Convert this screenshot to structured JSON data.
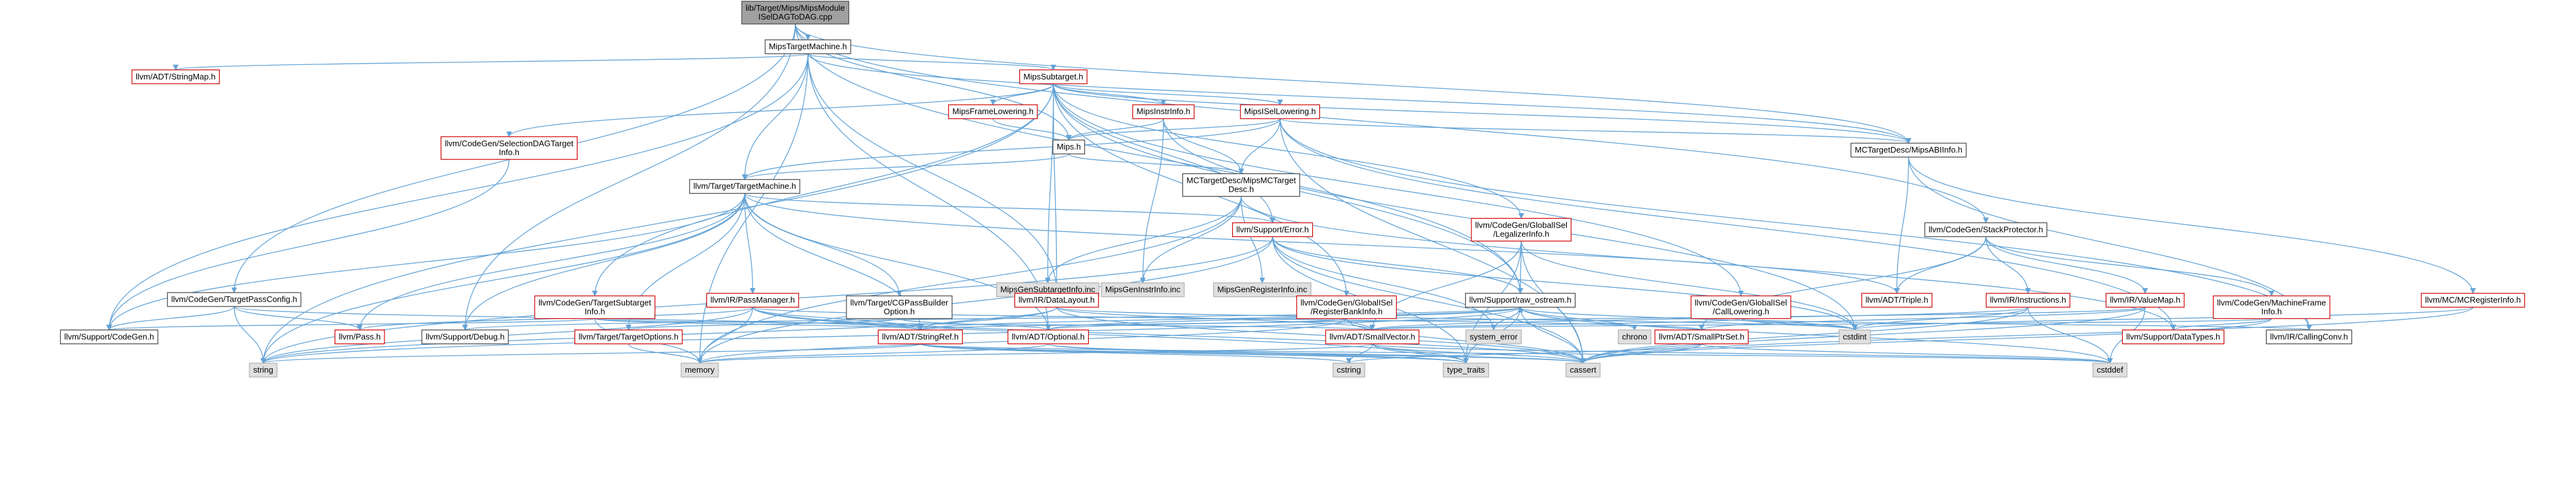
{
  "diagram": {
    "colors": {
      "root_fill": "#a0a0a0",
      "node_fill": "#ffffff",
      "missing_fill": "#e0e0e0",
      "border_black": "#444444",
      "border_red": "#cc0000",
      "border_gray": "#b0b0b0",
      "edge": "#63a3d6"
    },
    "nodes": [
      {
        "id": "root",
        "lines": [
          "lib/Target/Mips/MipsModule",
          "ISelDAGToDAG.cpp"
        ],
        "style": "root"
      },
      {
        "id": "mtm",
        "lines": [
          "MipsTargetMachine.h"
        ],
        "style": "black"
      },
      {
        "id": "strmap",
        "lines": [
          "llvm/ADT/StringMap.h"
        ],
        "style": "red"
      },
      {
        "id": "subtarget",
        "lines": [
          "MipsSubtarget.h"
        ],
        "style": "red"
      },
      {
        "id": "seldag",
        "lines": [
          "llvm/CodeGen/SelectionDAGTarget",
          "Info.h"
        ],
        "style": "red"
      },
      {
        "id": "framelow",
        "lines": [
          "MipsFrameLowering.h"
        ],
        "style": "red"
      },
      {
        "id": "instrinfo",
        "lines": [
          "MipsInstrInfo.h"
        ],
        "style": "red"
      },
      {
        "id": "isellow",
        "lines": [
          "MipsISelLowering.h"
        ],
        "style": "red"
      },
      {
        "id": "mips",
        "lines": [
          "Mips.h"
        ],
        "style": "black"
      },
      {
        "id": "abiinfo",
        "lines": [
          "MCTargetDesc/MipsABIInfo.h"
        ],
        "style": "black"
      },
      {
        "id": "mcdesc",
        "lines": [
          "MCTargetDesc/MipsMCTarget",
          "Desc.h"
        ],
        "style": "black"
      },
      {
        "id": "ttm",
        "lines": [
          "llvm/Target/TargetMachine.h"
        ],
        "style": "black"
      },
      {
        "id": "stackprot",
        "lines": [
          "llvm/CodeGen/StackProtector.h"
        ],
        "style": "black"
      },
      {
        "id": "subinc",
        "lines": [
          "MipsGenSubtargetInfo.inc"
        ],
        "style": "gray"
      },
      {
        "id": "instrinc",
        "lines": [
          "MipsGenInstrInfo.inc"
        ],
        "style": "gray"
      },
      {
        "id": "reginc",
        "lines": [
          "MipsGenRegisterInfo.inc"
        ],
        "style": "gray"
      },
      {
        "id": "error",
        "lines": [
          "llvm/Support/Error.h"
        ],
        "style": "red"
      },
      {
        "id": "legalizer",
        "lines": [
          "llvm/CodeGen/GlobalISel",
          "/LegalizerInfo.h"
        ],
        "style": "red"
      },
      {
        "id": "passconfig",
        "lines": [
          "llvm/CodeGen/TargetPassConfig.h"
        ],
        "style": "black"
      },
      {
        "id": "tsubinfo",
        "lines": [
          "llvm/CodeGen/TargetSubtarget",
          "Info.h"
        ],
        "style": "red"
      },
      {
        "id": "passmgr",
        "lines": [
          "llvm/IR/PassManager.h"
        ],
        "style": "red"
      },
      {
        "id": "cgpbo",
        "lines": [
          "llvm/Target/CGPassBuilder",
          "Option.h"
        ],
        "style": "black"
      },
      {
        "id": "datalayout",
        "lines": [
          "llvm/IR/DataLayout.h"
        ],
        "style": "red"
      },
      {
        "id": "regbank",
        "lines": [
          "llvm/CodeGen/GlobalISel",
          "/RegisterBankInfo.h"
        ],
        "style": "red"
      },
      {
        "id": "rawos",
        "lines": [
          "llvm/Support/raw_ostream.h"
        ],
        "style": "black"
      },
      {
        "id": "calllow",
        "lines": [
          "llvm/CodeGen/GlobalISel",
          "/CallLowering.h"
        ],
        "style": "red"
      },
      {
        "id": "triple",
        "lines": [
          "llvm/ADT/Triple.h"
        ],
        "style": "red"
      },
      {
        "id": "instructions",
        "lines": [
          "llvm/IR/Instructions.h"
        ],
        "style": "red"
      },
      {
        "id": "valuemap",
        "lines": [
          "llvm/IR/ValueMap.h"
        ],
        "style": "red"
      },
      {
        "id": "mfi",
        "lines": [
          "llvm/CodeGen/MachineFrame",
          "Info.h"
        ],
        "style": "red"
      },
      {
        "id": "mcreg",
        "lines": [
          "llvm/MC/MCRegisterInfo.h"
        ],
        "style": "red"
      },
      {
        "id": "cgen",
        "lines": [
          "llvm/Support/CodeGen.h"
        ],
        "style": "black"
      },
      {
        "id": "pass",
        "lines": [
          "llvm/Pass.h"
        ],
        "style": "red"
      },
      {
        "id": "debug",
        "lines": [
          "llvm/Support/Debug.h"
        ],
        "style": "black"
      },
      {
        "id": "topts",
        "lines": [
          "llvm/Target/TargetOptions.h"
        ],
        "style": "red"
      },
      {
        "id": "strref",
        "lines": [
          "llvm/ADT/StringRef.h"
        ],
        "style": "red"
      },
      {
        "id": "optional",
        "lines": [
          "llvm/ADT/Optional.h"
        ],
        "style": "red"
      },
      {
        "id": "smallvec",
        "lines": [
          "llvm/ADT/SmallVector.h"
        ],
        "style": "red"
      },
      {
        "id": "syserr",
        "lines": [
          "system_error"
        ],
        "style": "gray"
      },
      {
        "id": "chrono",
        "lines": [
          "chrono"
        ],
        "style": "gray"
      },
      {
        "id": "smallptr",
        "lines": [
          "llvm/ADT/SmallPtrSet.h"
        ],
        "style": "red"
      },
      {
        "id": "cstdint",
        "lines": [
          "cstdint"
        ],
        "style": "gray"
      },
      {
        "id": "datatypes",
        "lines": [
          "llvm/Support/DataTypes.h"
        ],
        "style": "red"
      },
      {
        "id": "callconv",
        "lines": [
          "llvm/IR/CallingConv.h"
        ],
        "style": "black"
      },
      {
        "id": "string",
        "lines": [
          "string"
        ],
        "style": "gray"
      },
      {
        "id": "memory",
        "lines": [
          "memory"
        ],
        "style": "gray"
      },
      {
        "id": "cstring",
        "lines": [
          "cstring"
        ],
        "style": "gray"
      },
      {
        "id": "typetraits",
        "lines": [
          "type_traits"
        ],
        "style": "gray"
      },
      {
        "id": "cassert",
        "lines": [
          "cassert"
        ],
        "style": "gray"
      },
      {
        "id": "cstddef",
        "lines": [
          "cstddef"
        ],
        "style": "gray"
      }
    ],
    "edges": [
      [
        "root",
        "mtm"
      ],
      [
        "root",
        "mips"
      ],
      [
        "root",
        "abiinfo"
      ],
      [
        "root",
        "stackprot"
      ],
      [
        "root",
        "passconfig"
      ],
      [
        "root",
        "rawos"
      ],
      [
        "root",
        "debug"
      ],
      [
        "mtm",
        "strmap"
      ],
      [
        "mtm",
        "subtarget"
      ],
      [
        "mtm",
        "abiinfo"
      ],
      [
        "mtm",
        "ttm"
      ],
      [
        "mtm",
        "cgen"
      ],
      [
        "mtm",
        "memory"
      ],
      [
        "mtm",
        "datalayout"
      ],
      [
        "mtm",
        "optional"
      ],
      [
        "subtarget",
        "seldag"
      ],
      [
        "subtarget",
        "framelow"
      ],
      [
        "subtarget",
        "instrinfo"
      ],
      [
        "subtarget",
        "isellow"
      ],
      [
        "subtarget",
        "abiinfo"
      ],
      [
        "subtarget",
        "subinc"
      ],
      [
        "subtarget",
        "error"
      ],
      [
        "subtarget",
        "legalizer"
      ],
      [
        "subtarget",
        "tsubinfo"
      ],
      [
        "subtarget",
        "datalayout"
      ],
      [
        "subtarget",
        "regbank"
      ],
      [
        "subtarget",
        "calllow"
      ],
      [
        "subtarget",
        "string"
      ],
      [
        "subtarget",
        "rawos"
      ],
      [
        "seldag",
        "cgen"
      ],
      [
        "framelow",
        "mips"
      ],
      [
        "instrinfo",
        "mips"
      ],
      [
        "instrinfo",
        "mcdesc"
      ],
      [
        "instrinfo",
        "instrinc"
      ],
      [
        "instrinfo",
        "cstdint"
      ],
      [
        "isellow",
        "mips"
      ],
      [
        "isellow",
        "mcdesc"
      ],
      [
        "isellow",
        "abiinfo"
      ],
      [
        "isellow",
        "ttm"
      ],
      [
        "isellow",
        "callconv"
      ],
      [
        "isellow",
        "cassert"
      ],
      [
        "isellow",
        "datatypes"
      ],
      [
        "mips",
        "mcdesc"
      ],
      [
        "mips",
        "ttm"
      ],
      [
        "abiinfo",
        "triple"
      ],
      [
        "abiinfo",
        "mcreg"
      ],
      [
        "abiinfo",
        "callconv"
      ],
      [
        "mcdesc",
        "subinc"
      ],
      [
        "mcdesc",
        "instrinc"
      ],
      [
        "mcdesc",
        "reginc"
      ],
      [
        "mcdesc",
        "memory"
      ],
      [
        "mcdesc",
        "datatypes"
      ],
      [
        "ttm",
        "passmgr"
      ],
      [
        "ttm",
        "cgpbo"
      ],
      [
        "ttm",
        "error"
      ],
      [
        "ttm",
        "triple"
      ],
      [
        "ttm",
        "pass"
      ],
      [
        "ttm",
        "debug"
      ],
      [
        "ttm",
        "topts"
      ],
      [
        "ttm",
        "strref"
      ],
      [
        "ttm",
        "optional"
      ],
      [
        "ttm",
        "cgen"
      ],
      [
        "ttm",
        "string"
      ],
      [
        "stackprot",
        "triple"
      ],
      [
        "stackprot",
        "instructions"
      ],
      [
        "stackprot",
        "valuemap"
      ],
      [
        "stackprot",
        "mfi"
      ],
      [
        "stackprot",
        "smallptr"
      ],
      [
        "error",
        "rawos"
      ],
      [
        "error",
        "cassert"
      ],
      [
        "error",
        "memory"
      ],
      [
        "error",
        "string"
      ],
      [
        "error",
        "cstdint"
      ],
      [
        "error",
        "typetraits"
      ],
      [
        "error",
        "syserr"
      ],
      [
        "legalizer",
        "rawos"
      ],
      [
        "legalizer",
        "smallvec"
      ],
      [
        "legalizer",
        "cassert"
      ],
      [
        "legalizer",
        "cstdint"
      ],
      [
        "legalizer",
        "typetraits"
      ],
      [
        "passconfig",
        "pass"
      ],
      [
        "passconfig",
        "cgen"
      ],
      [
        "passconfig",
        "string"
      ],
      [
        "passconfig",
        "strref"
      ],
      [
        "tsubinfo",
        "cgen"
      ],
      [
        "tsubinfo",
        "memory"
      ],
      [
        "tsubinfo",
        "smallvec"
      ],
      [
        "tsubinfo",
        "strref"
      ],
      [
        "passmgr",
        "pass"
      ],
      [
        "passmgr",
        "typetraits"
      ],
      [
        "passmgr",
        "string"
      ],
      [
        "passmgr",
        "memory"
      ],
      [
        "passmgr",
        "cassert"
      ],
      [
        "passmgr",
        "smallptr"
      ],
      [
        "passmgr",
        "strref"
      ],
      [
        "cgpbo",
        "optional"
      ],
      [
        "cgpbo",
        "topts"
      ],
      [
        "datalayout",
        "strref"
      ],
      [
        "datalayout",
        "smallvec"
      ],
      [
        "datalayout",
        "cassert"
      ],
      [
        "datalayout",
        "cstdint"
      ],
      [
        "datalayout",
        "string"
      ],
      [
        "regbank",
        "smallvec"
      ],
      [
        "regbank",
        "cassert"
      ],
      [
        "regbank",
        "memory"
      ],
      [
        "regbank",
        "strref"
      ],
      [
        "rawos",
        "strref"
      ],
      [
        "rawos",
        "optional"
      ],
      [
        "rawos",
        "syserr"
      ],
      [
        "rawos",
        "chrono"
      ],
      [
        "rawos",
        "cassert"
      ],
      [
        "rawos",
        "cstdint"
      ],
      [
        "rawos",
        "cstddef"
      ],
      [
        "rawos",
        "string"
      ],
      [
        "rawos",
        "typetraits"
      ],
      [
        "calllow",
        "smallvec"
      ],
      [
        "calllow",
        "callconv"
      ],
      [
        "calllow",
        "cstdint"
      ],
      [
        "instructions",
        "smallvec"
      ],
      [
        "instructions",
        "cassert"
      ],
      [
        "instructions",
        "cstddef"
      ],
      [
        "instructions",
        "cstdint"
      ],
      [
        "valuemap",
        "smallptr"
      ],
      [
        "valuemap",
        "optional"
      ],
      [
        "valuemap",
        "cassert"
      ],
      [
        "valuemap",
        "cstddef"
      ],
      [
        "mfi",
        "smallvec"
      ],
      [
        "mfi",
        "datatypes"
      ],
      [
        "mfi",
        "cassert"
      ],
      [
        "mcreg",
        "cassert"
      ],
      [
        "mcreg",
        "cstdint"
      ],
      [
        "strref",
        "cstring"
      ],
      [
        "strref",
        "typetraits"
      ],
      [
        "strref",
        "string"
      ],
      [
        "strref",
        "cstddef"
      ],
      [
        "strref",
        "cassert"
      ],
      [
        "optional",
        "cassert"
      ],
      [
        "optional",
        "memory"
      ],
      [
        "optional",
        "typetraits"
      ],
      [
        "smallvec",
        "memory"
      ],
      [
        "smallvec",
        "cstddef"
      ],
      [
        "smallvec",
        "cstring"
      ],
      [
        "smallvec",
        "cassert"
      ],
      [
        "smallvec",
        "typetraits"
      ],
      [
        "smallptr",
        "cassert"
      ],
      [
        "smallptr",
        "cstddef"
      ],
      [
        "smallptr",
        "cstring"
      ],
      [
        "debug",
        "rawos"
      ],
      [
        "topts",
        "memory"
      ]
    ]
  }
}
